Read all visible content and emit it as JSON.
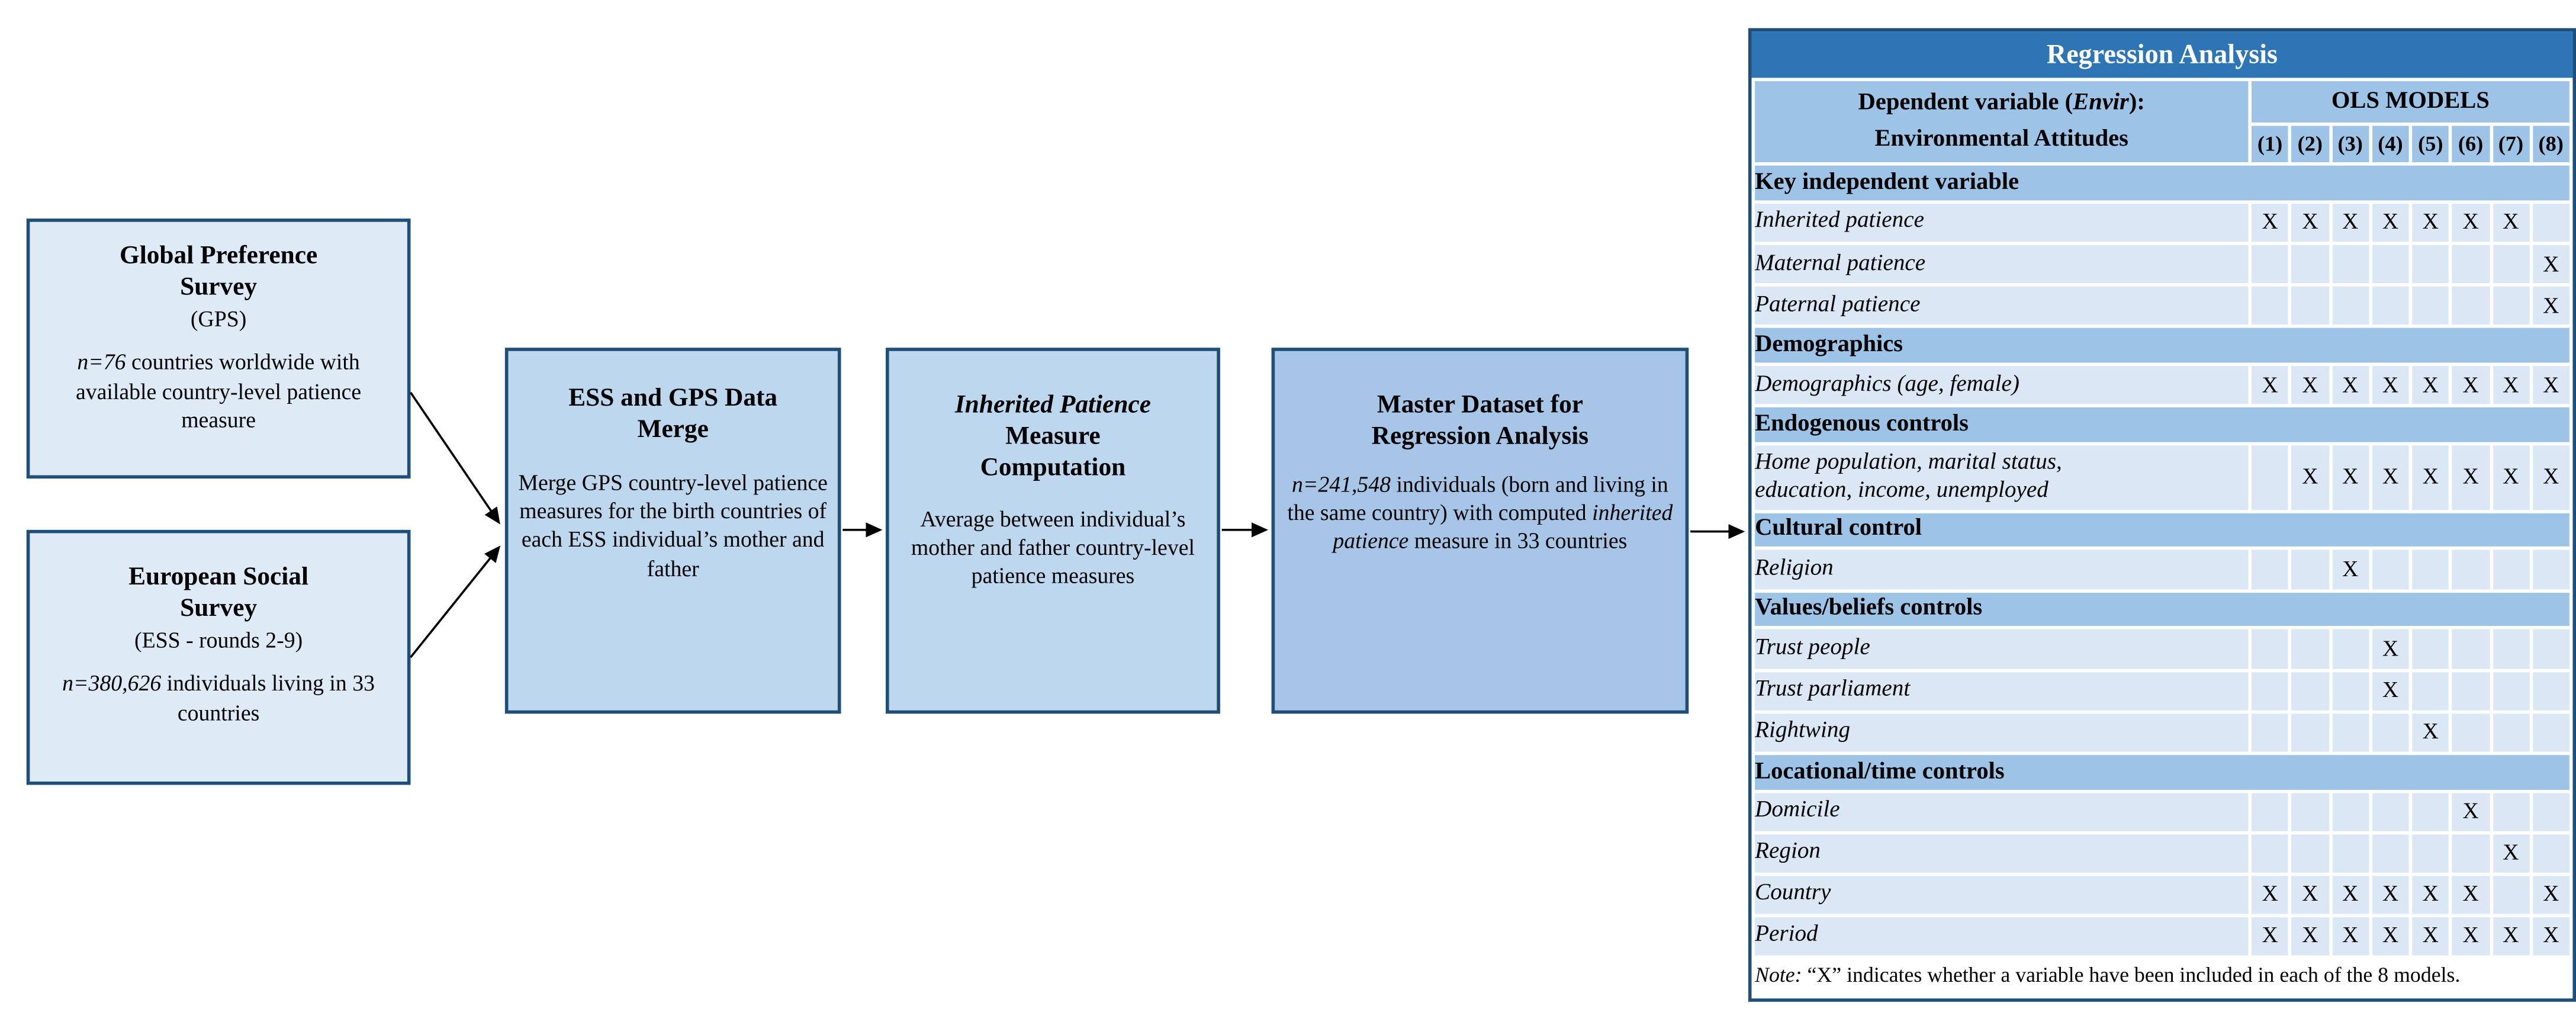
{
  "flowchart": {
    "gps_box": {
      "title": "Global Preference\nSurvey",
      "subtitle": "(GPS)",
      "body_em": "n=76",
      "body_rest": " countries worldwide with available country-level patience measure"
    },
    "ess_box": {
      "title": "European Social\nSurvey",
      "subtitle": "(ESS - rounds 2-9)",
      "body_em": "n=380,626",
      "body_rest": " individuals living in 33 countries"
    },
    "merge_box": {
      "title": "ESS and GPS Data\nMerge",
      "body": "Merge GPS country-level patience measures for the birth countries of each ESS individual’s mother and father"
    },
    "computation_box": {
      "title_italic": "Inherited Patience",
      "title_rest": "Measure\nComputation",
      "body": "Average between individual’s mother and father country-level patience measures"
    },
    "master_box": {
      "title": "Master Dataset for\nRegression Analysis",
      "body_em1": "n=241,548",
      "body_t1": " individuals (born and living in the same country) with computed ",
      "body_em2": "inherited patience",
      "body_t2": " measure in 33 countries"
    }
  },
  "table": {
    "title": "Regression Analysis",
    "dep_prefix": "Dependent variable (",
    "dep_em": "Envir",
    "dep_suffix": "):",
    "dep_line2": "Environmental Attitudes",
    "ols_header": "OLS MODELS",
    "model_numbers": [
      "(1)",
      "(2)",
      "(3)",
      "(4)",
      "(5)",
      "(6)",
      "(7)",
      "(8)"
    ],
    "rows": [
      {
        "type": "section",
        "label": "Key independent variable"
      },
      {
        "type": "data",
        "label": "Inherited patience",
        "marks": [
          "X",
          "X",
          "X",
          "X",
          "X",
          "X",
          "X",
          ""
        ]
      },
      {
        "type": "data",
        "label": "Maternal patience",
        "marks": [
          "",
          "",
          "",
          "",
          "",
          "",
          "",
          "X"
        ]
      },
      {
        "type": "data",
        "label": "Paternal patience",
        "marks": [
          "",
          "",
          "",
          "",
          "",
          "",
          "",
          "X"
        ]
      },
      {
        "type": "section",
        "label": "Demographics"
      },
      {
        "type": "data",
        "label": "Demographics (age, female)",
        "marks": [
          "X",
          "X",
          "X",
          "X",
          "X",
          "X",
          "X",
          "X"
        ]
      },
      {
        "type": "section",
        "label": "Endogenous controls"
      },
      {
        "type": "data",
        "label": "Home population, marital status,\neducation, income, unemployed",
        "tall": true,
        "marks": [
          "",
          "X",
          "X",
          "X",
          "X",
          "X",
          "X",
          "X"
        ]
      },
      {
        "type": "section",
        "label": "Cultural control"
      },
      {
        "type": "data",
        "label": "Religion",
        "marks": [
          "",
          "",
          "X",
          "",
          "",
          "",
          "",
          ""
        ]
      },
      {
        "type": "section",
        "label": "Values/beliefs controls"
      },
      {
        "type": "data",
        "label": "Trust people",
        "marks": [
          "",
          "",
          "",
          "X",
          "",
          "",
          "",
          ""
        ]
      },
      {
        "type": "data",
        "label": "Trust parliament",
        "marks": [
          "",
          "",
          "",
          "X",
          "",
          "",
          "",
          ""
        ]
      },
      {
        "type": "data",
        "label": "Rightwing",
        "marks": [
          "",
          "",
          "",
          "",
          "X",
          "",
          "",
          ""
        ]
      },
      {
        "type": "section",
        "label": "Locational/time controls"
      },
      {
        "type": "data",
        "label": "Domicile",
        "marks": [
          "",
          "",
          "",
          "",
          "",
          "X",
          "",
          ""
        ]
      },
      {
        "type": "data",
        "label": "Region",
        "marks": [
          "",
          "",
          "",
          "",
          "",
          "",
          "X",
          ""
        ]
      },
      {
        "type": "data",
        "label": "Country",
        "marks": [
          "X",
          "X",
          "X",
          "X",
          "X",
          "X",
          "",
          "X"
        ]
      },
      {
        "type": "data",
        "label": "Period",
        "marks": [
          "X",
          "X",
          "X",
          "X",
          "X",
          "X",
          "X",
          "X"
        ]
      }
    ],
    "note_em": "Note:",
    "note_rest": " “X” indicates whether a variable have been included in each of the 8 models."
  },
  "colors": {
    "border_navy": "#1F4E79",
    "title_blue": "#2E75B6",
    "section_blue": "#9DC3E6",
    "row_blue": "#DBE7F5",
    "box_light": "#DEEBF7",
    "box_mid": "#BDD7EE",
    "box_dark": "#A7C6E7"
  }
}
